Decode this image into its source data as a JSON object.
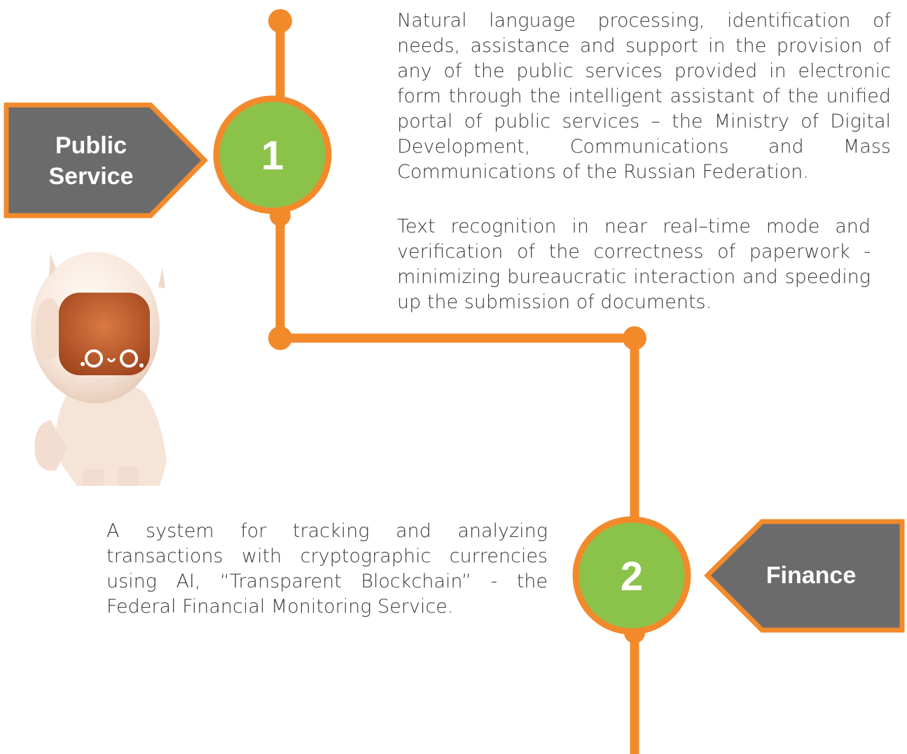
{
  "steps": [
    {
      "number": "1",
      "category": [
        "Public",
        "Service"
      ],
      "paragraphs": [
        "Natural language processing, identification of needs, assistance and support in the provision of any of the public services provided in electronic form through the intelligent assistant of the unified portal of public services – the Ministry of Digital Development, Communications and Mass Communications of the Russian Federation.",
        "Text recognition in near real–time mode and verification of the correctness of paperwork - minimizing bureaucratic interaction and speeding up the submission of documents."
      ]
    },
    {
      "number": "2",
      "category": [
        "Finance"
      ],
      "paragraphs": [
        "A system for tracking and analyzing transactions with cryptographic currencies using AI, “Transparent Blockchain”  - the Federal Financial Monitoring Service."
      ]
    }
  ],
  "colors": {
    "line": "#f28a2c",
    "circle_fill": "#8bc34a",
    "banner_fill": "#6b6b6b",
    "banner_border": "#f28a2c"
  },
  "mascot": "robot-mascot"
}
